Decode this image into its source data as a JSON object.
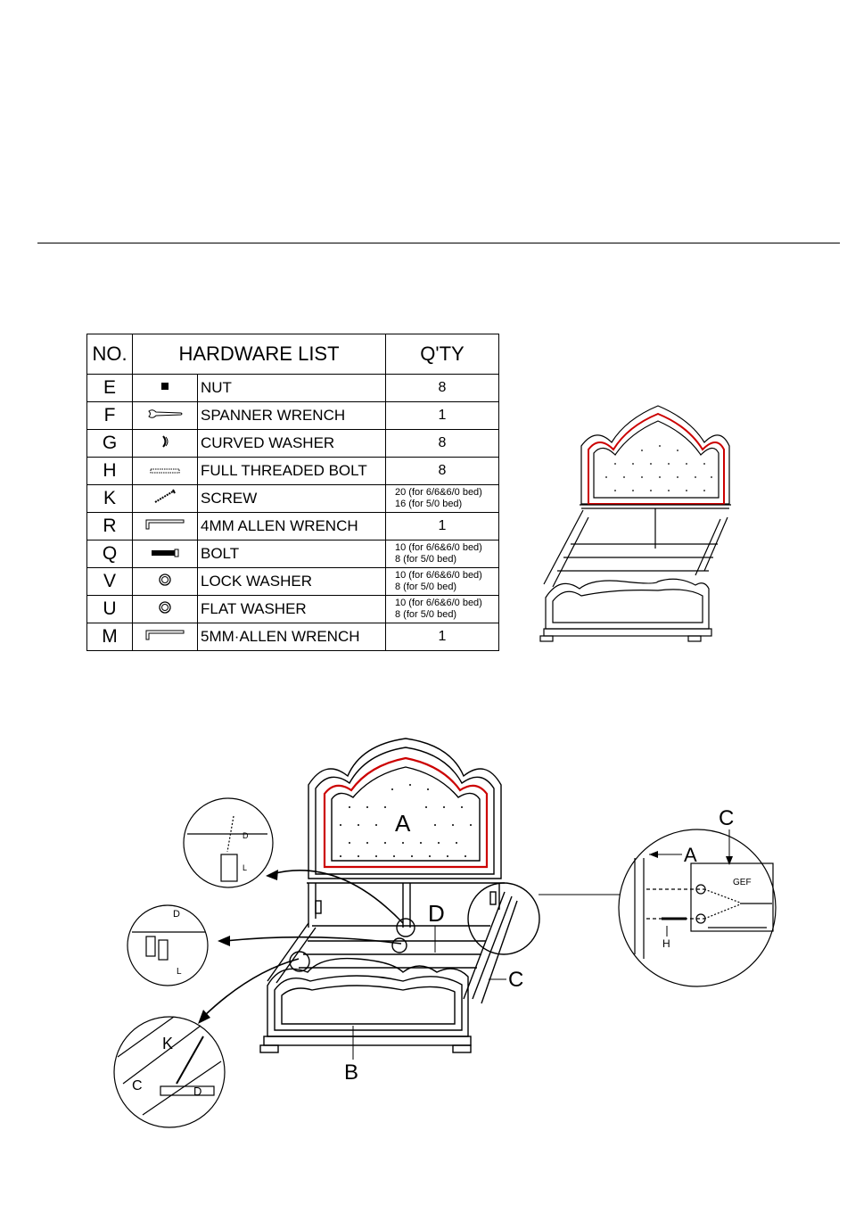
{
  "table": {
    "headers": {
      "no": "NO.",
      "list": "HARDWARE LIST",
      "qty": "Q'TY"
    },
    "rows": [
      {
        "no": "E",
        "name": "NUT",
        "icon": "nut-icon",
        "qty1": "8",
        "qty2": ""
      },
      {
        "no": "F",
        "name": "SPANNER WRENCH",
        "icon": "spanner-wrench-icon",
        "qty1": "1",
        "qty2": ""
      },
      {
        "no": "G",
        "name": "CURVED WASHER",
        "icon": "curved-washer-icon",
        "qty1": "8",
        "qty2": ""
      },
      {
        "no": "H",
        "name": "FULL THREADED BOLT",
        "icon": "threaded-bolt-icon",
        "qty1": "8",
        "qty2": ""
      },
      {
        "no": "K",
        "name": "SCREW",
        "icon": "screw-icon",
        "qty1": "20 (for 6/6&6/0 bed)",
        "qty2": "16 (for 5/0 bed)"
      },
      {
        "no": "R",
        "name": "4MM ALLEN WRENCH",
        "icon": "allen-wrench-icon",
        "qty1": "1",
        "qty2": ""
      },
      {
        "no": "Q",
        "name": "BOLT",
        "icon": "bolt-icon",
        "qty1": "10 (for 6/6&6/0 bed)",
        "qty2": "8  (for 5/0 bed)"
      },
      {
        "no": "V",
        "name": "LOCK WASHER",
        "icon": "lock-washer-icon",
        "qty1": "10 (for 6/6&6/0 bed)",
        "qty2": "8  (for 5/0 bed)"
      },
      {
        "no": "U",
        "name": "FLAT WASHER",
        "icon": "flat-washer-icon",
        "qty1": "10 (for 6/6&6/0 bed)",
        "qty2": "8  (for 5/0 bed)"
      },
      {
        "no": "M",
        "name": "5MM·ALLEN WRENCH",
        "icon": "allen-wrench-icon",
        "qty1": "1",
        "qty2": ""
      }
    ]
  },
  "diagram": {
    "labels": {
      "headboard": "A",
      "rail": "D",
      "side_rail": "C",
      "footboard": "B",
      "detail_c": "C",
      "detail_a": "A",
      "detail_gef": "GEF",
      "detail_h": "H",
      "detail_k": "K",
      "detail_c2": "C",
      "detail_d": "D",
      "detail_d2": "D",
      "detail_d3": "D",
      "detail_l": "L",
      "detail_l2": "L"
    }
  },
  "colors": {
    "ink": "#000000",
    "accent": "#cc0000"
  }
}
